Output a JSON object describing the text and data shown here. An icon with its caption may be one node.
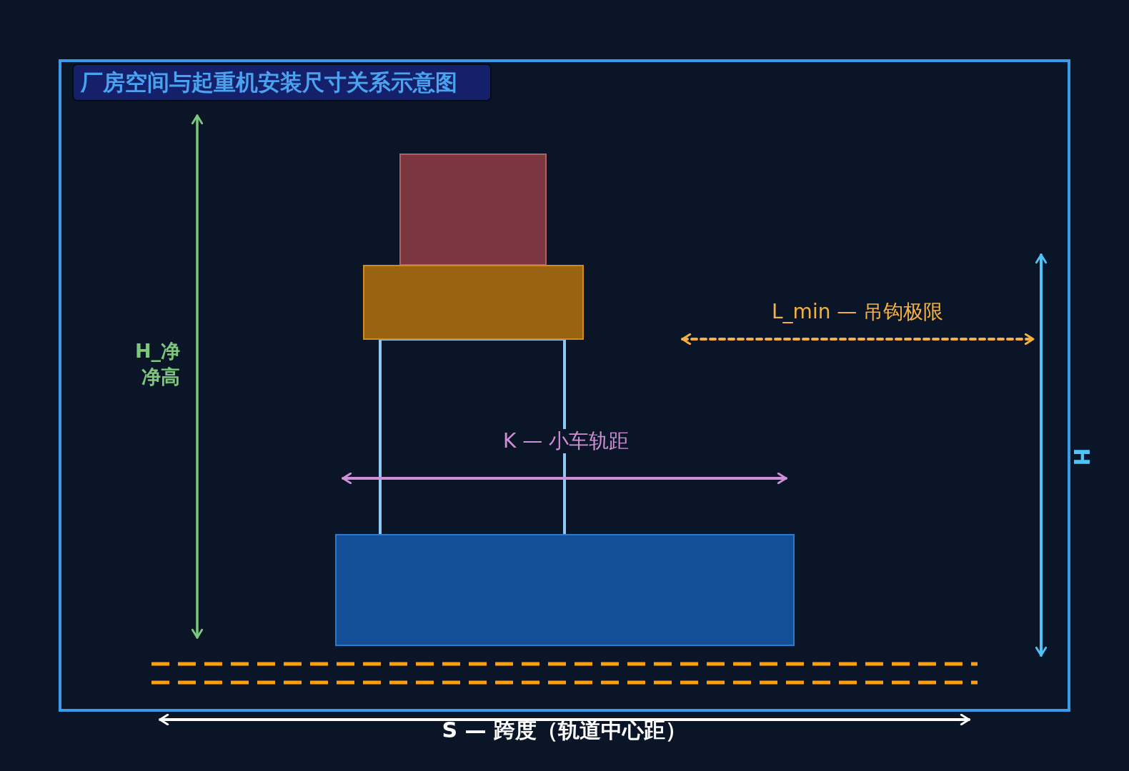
{
  "diagram": {
    "title": "厂房空间与起重机安装尺寸关系示意图",
    "nodes": [
      {
        "text": [],
        "shape": "box"
      },
      {
        "text": [],
        "shape": "box"
      },
      {
        "text": [],
        "shape": "box"
      }
    ],
    "labels": [
      "H_净",
      "净高",
      "L_min — 吊钩极限",
      "K — 小车轨距",
      "H",
      "S — 跨度（轨道中心距）"
    ]
  }
}
